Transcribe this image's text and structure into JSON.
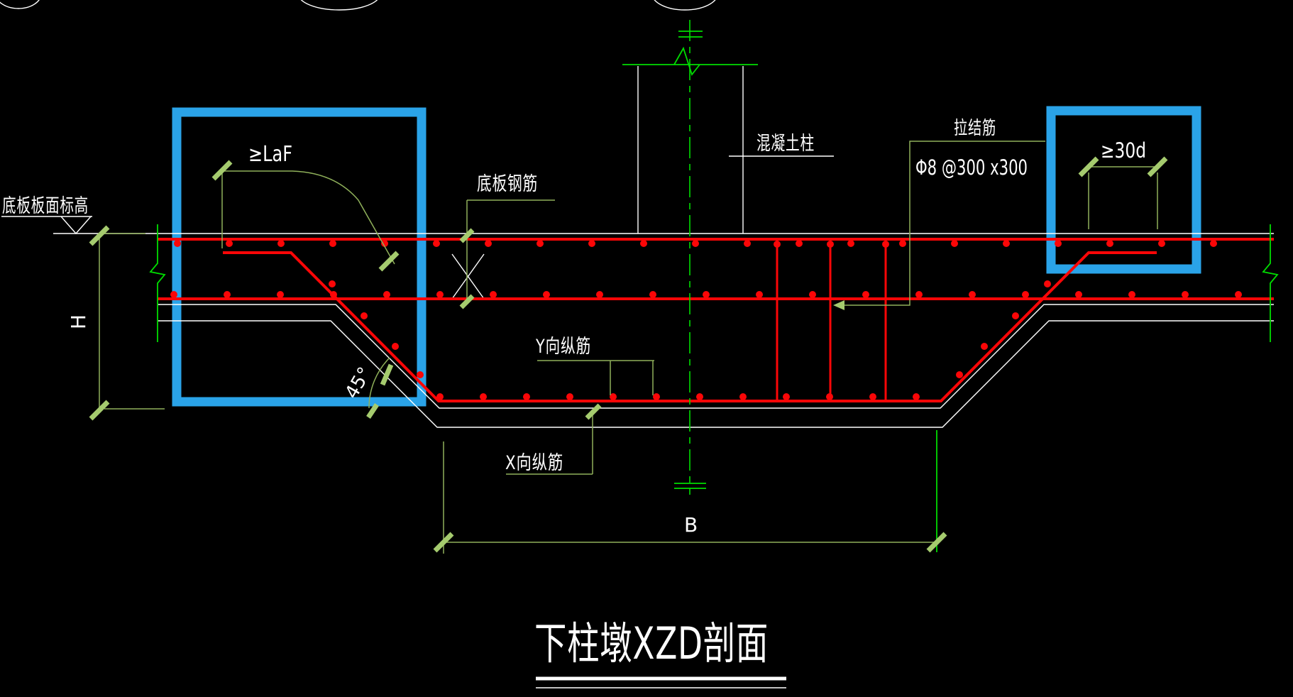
{
  "title": {
    "text": "下柱墩XZD剖面"
  },
  "labels": {
    "elevation": "底板板面标高",
    "laf": "≥LaF",
    "slab_rebar": "底板钢筋",
    "column": "混凝土柱",
    "tie_bar": "拉结筋",
    "tie_spec": "Φ8 @300 x300",
    "d30": "≥30d",
    "y_bars": "Y向纵筋",
    "x_bars": "X向纵筋",
    "angle": "45°",
    "dim_h": "H",
    "dim_b": "B"
  },
  "colors": {
    "background": "#000000",
    "outline_white": "#ffffff",
    "rebar_red": "#fb0607",
    "centerline_green": "#00dd00",
    "leader_olive": "#8fb05a",
    "tick_green": "#a5cb6e",
    "highlight_blue": "#2aa3e8"
  }
}
